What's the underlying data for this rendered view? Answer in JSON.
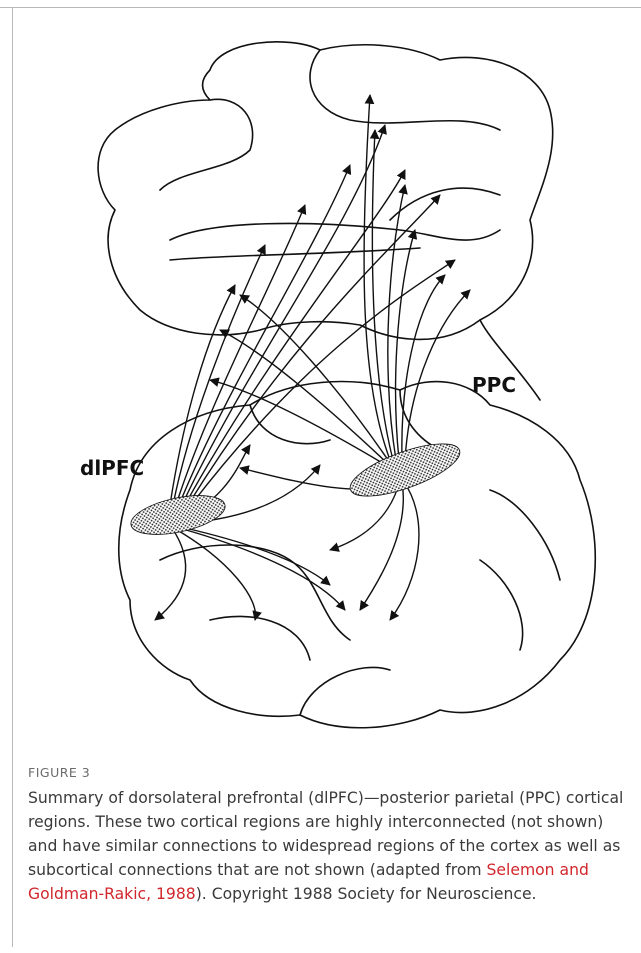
{
  "figure": {
    "labels": {
      "dlpfc": "dlPFC",
      "ppc": "PPC"
    }
  },
  "caption": {
    "number": "FIGURE 3",
    "text_before": "Summary of dorsolateral prefrontal (dlPFC)—posterior parietal (PPC) cortical regions. These two cortical regions are highly interconnected (not shown) and have similar connections to widespread regions of the cortex as well as subcortical connections that are not shown (adapted from ",
    "link_text": "Selemon and Goldman-Rakic, 1988",
    "text_after": "). Copyright 1988 Society for Neuroscience."
  },
  "colors": {
    "link": "#d1262b",
    "line": "#111111",
    "caption_text": "#3a3a3a"
  }
}
